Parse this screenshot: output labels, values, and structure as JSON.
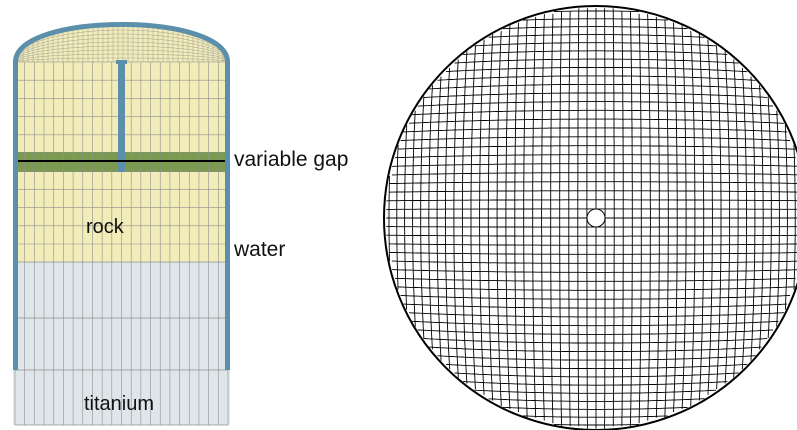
{
  "labels": {
    "variable_gap": "variable gap",
    "water": "water",
    "rock": "rock",
    "titanium": "titanium"
  },
  "colors": {
    "rock": "#f2ecb9",
    "titanium": "#dfe6ea",
    "water": "#5b8fab",
    "gap": "#7a9b4f",
    "mesh_light": "#8f8f8f",
    "mesh_dark": "#000000"
  },
  "materials": [
    "titanium",
    "rock",
    "water",
    "variable gap"
  ]
}
